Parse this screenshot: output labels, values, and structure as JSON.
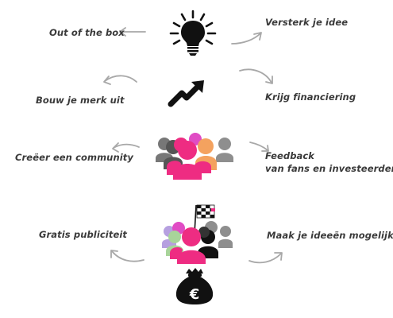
{
  "colors": {
    "text": "#3a3a3a",
    "arrow": "#a8a8a8",
    "pink": "#ee2c82",
    "magenta_light": "#e04cc4",
    "orange": "#f4a25f",
    "grey": "#8e8e8e",
    "purple_light": "#b6a0e0",
    "green_light": "#a8d49a",
    "black": "#111111"
  },
  "labels": {
    "out_of_the_box": "Out of the box",
    "versterk": "Versterk je idee",
    "bouw": "Bouw je merk uit",
    "krijg": "Krijg financiering",
    "creeer": "Creëer een community",
    "feedback_line1": "Feedback",
    "feedback_line2": "van fans en investeerders",
    "gratis": "Gratis publiciteit",
    "maak": "Maak je ideeën mogelijk!",
    "euro_symbol": "€"
  },
  "icons": [
    "lightbulb-icon",
    "trending-up-arrow-icon",
    "community-group-icon",
    "crowd-with-checkered-flag-icon",
    "money-bag-euro-icon"
  ]
}
